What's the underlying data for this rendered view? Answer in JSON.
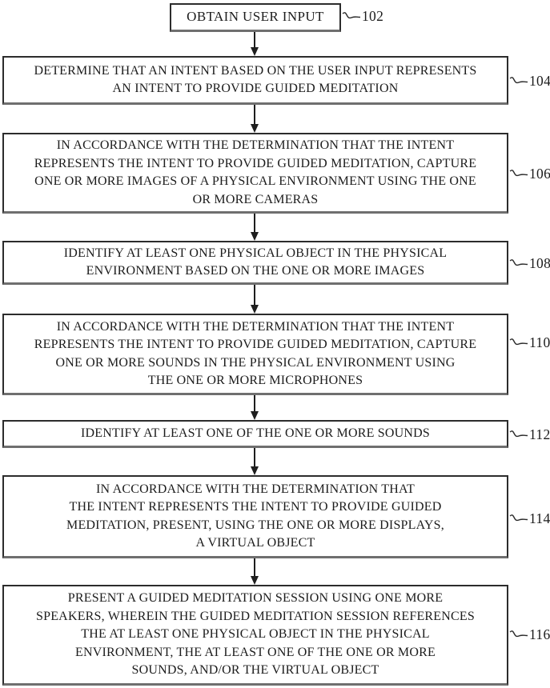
{
  "figure": {
    "type": "flowchart",
    "background_color": "#ffffff",
    "line_color": "#2c2c2c",
    "text_color": "#1c1c1c",
    "steps": [
      {
        "ref": "102",
        "text": "OBTAIN USER INPUT"
      },
      {
        "ref": "104",
        "text": "DETERMINE THAT AN INTENT BASED ON THE USER INPUT REPRESENTS\nAN INTENT TO PROVIDE GUIDED MEDITATION"
      },
      {
        "ref": "106",
        "text": "IN ACCORDANCE WITH THE DETERMINATION THAT THE INTENT\nREPRESENTS THE INTENT TO PROVIDE GUIDED MEDITATION, CAPTURE\nONE OR MORE IMAGES OF A PHYSICAL ENVIRONMENT USING THE ONE\nOR MORE CAMERAS"
      },
      {
        "ref": "108",
        "text": "IDENTIFY AT LEAST ONE PHYSICAL OBJECT IN THE PHYSICAL\nENVIRONMENT BASED ON THE ONE OR MORE IMAGES"
      },
      {
        "ref": "110",
        "text": "IN ACCORDANCE WITH THE DETERMINATION THAT THE INTENT\nREPRESENTS THE INTENT TO PROVIDE GUIDED MEDITATION, CAPTURE\nONE OR MORE SOUNDS IN THE PHYSICAL ENVIRONMENT USING\nTHE ONE OR MORE MICROPHONES"
      },
      {
        "ref": "112",
        "text": "IDENTIFY AT LEAST ONE OF THE ONE OR MORE SOUNDS"
      },
      {
        "ref": "114",
        "text": "IN ACCORDANCE WITH THE DETERMINATION THAT\nTHE INTENT REPRESENTS THE INTENT TO PROVIDE GUIDED\nMEDITATION, PRESENT, USING THE ONE OR MORE DISPLAYS,\nA VIRTUAL OBJECT"
      },
      {
        "ref": "116",
        "text": "PRESENT A GUIDED MEDITATION SESSION USING ONE MORE\nSPEAKERS, WHEREIN THE GUIDED MEDITATION SESSION REFERENCES\nTHE AT LEAST ONE PHYSICAL OBJECT IN THE PHYSICAL\nENVIRONMENT, THE AT LEAST ONE OF THE ONE OR MORE\nSOUNDS, AND/OR THE VIRTUAL OBJECT"
      }
    ]
  }
}
